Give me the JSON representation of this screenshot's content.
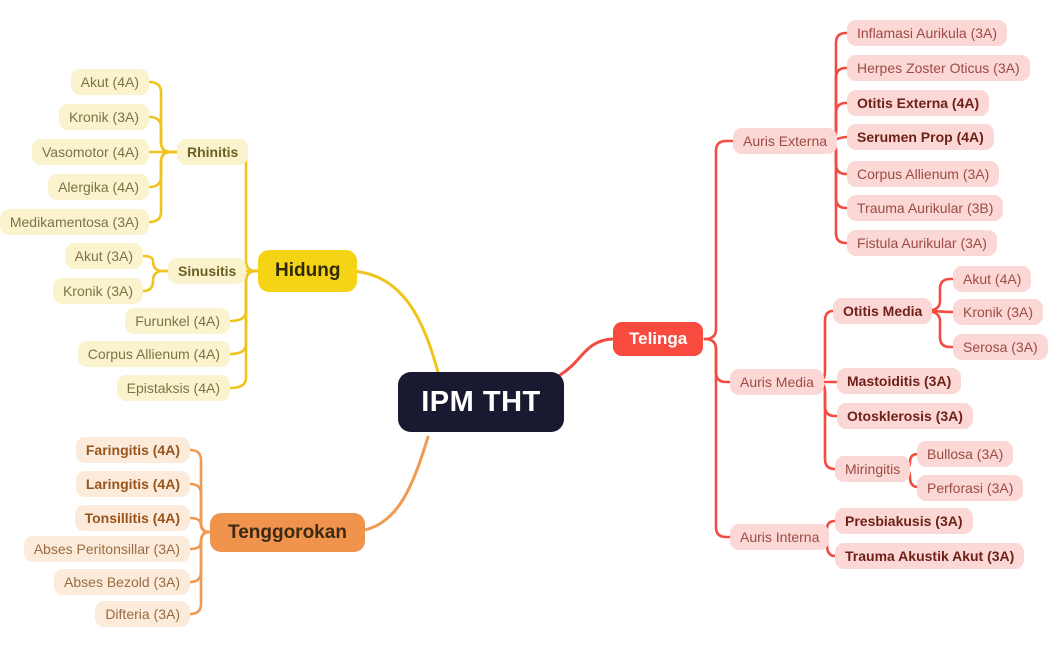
{
  "title": "IPM THT",
  "palette": {
    "center_bg": "#191931",
    "yellow_line": "#EFC41D",
    "yellow_node": "#F5D415",
    "yellow_leaf": "#FAF3CE",
    "orange_line": "#F09A52",
    "orange_node": "#F0944D",
    "orange_leaf": "#FCEBDB",
    "red_line": "#F24B41",
    "red_node": "#F84A3E",
    "red_leaf": "#FBD8D5"
  },
  "nodes": {
    "center": "IPM THT",
    "hidung": "Hidung",
    "rhinitis": "Rhinitis",
    "rh_akut": "Akut (4A)",
    "rh_kronik": "Kronik (3A)",
    "rh_vasomotor": "Vasomotor (4A)",
    "rh_alergika": "Alergika (4A)",
    "rh_medikamentosa": "Medikamentosa (3A)",
    "sinusitis": "Sinusitis",
    "si_akut": "Akut (3A)",
    "si_kronik": "Kronik (3A)",
    "furunkel": "Furunkel (4A)",
    "corpus_allienum_h": "Corpus Allienum (4A)",
    "epistaksis": "Epistaksis (4A)",
    "tenggorokan": "Tenggorokan",
    "faringitis": "Faringitis (4A)",
    "laringitis": "Laringitis (4A)",
    "tonsillitis": "Tonsillitis (4A)",
    "abses_peritonsillar": "Abses Peritonsillar (3A)",
    "abses_bezold": "Abses Bezold (3A)",
    "difteria": "Difteria (3A)",
    "telinga": "Telinga",
    "auris_externa": "Auris Externa",
    "inflamasi_aurikula": "Inflamasi Aurikula (3A)",
    "herpes_zoster_oticus": "Herpes Zoster Oticus (3A)",
    "otitis_externa": "Otitis Externa (4A)",
    "serumen_prop": "Serumen Prop (4A)",
    "corpus_allienum_t": "Corpus Allienum (3A)",
    "trauma_aurikular": "Trauma Aurikular (3B)",
    "fistula_aurikular": "Fistula Aurikular (3A)",
    "auris_media": "Auris Media",
    "otitis_media": "Otitis Media",
    "om_akut": "Akut (4A)",
    "om_kronik": "Kronik (3A)",
    "om_serosa": "Serosa (3A)",
    "mastoiditis": "Mastoiditis (3A)",
    "otosklerosis": "Otosklerosis (3A)",
    "miringitis": "Miringitis",
    "mi_bullosa": "Bullosa (3A)",
    "mi_perforasi": "Perforasi (3A)",
    "auris_interna": "Auris Interna",
    "presbiakusis": "Presbiakusis (3A)",
    "trauma_akustik_akut": "Trauma Akustik Akut (3A)"
  }
}
